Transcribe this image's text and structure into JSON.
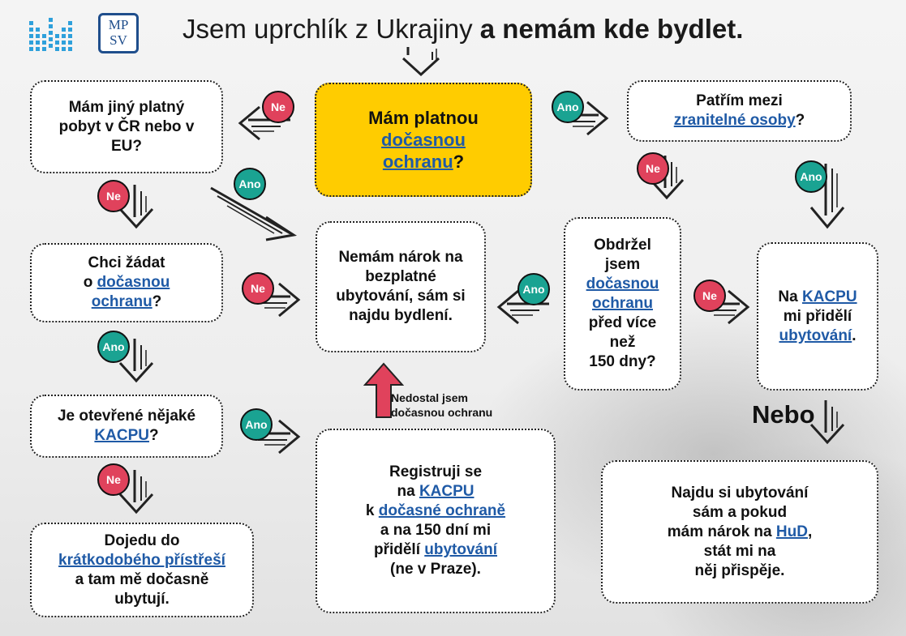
{
  "logos": {
    "mpsv_text": "MPSV",
    "mpsv_line1": "MP",
    "mpsv_line2": "SV"
  },
  "title": {
    "regular": "Jsem uprchlík z Ukrajiny ",
    "bold": "a nemám kde bydlet."
  },
  "boxes": {
    "center_top": {
      "line1": "Mám platnou",
      "link1": "dočasnou",
      "link2": "ochranu",
      "end": "?"
    },
    "left1": {
      "text": "Mám jiný platný pobyt v ČR nebo v EU?"
    },
    "left2": {
      "line1": "Chci žádat",
      "pre": "o ",
      "link1": "dočasnou",
      "link2": "ochranu",
      "end": "?"
    },
    "left3": {
      "line1": "Je otevřené nějaké",
      "link": "KACPU",
      "end": "?"
    },
    "left4": {
      "line1": "Dojedu do",
      "link": "krátkodobého přístřeší",
      "line3": "a tam mě dočasně",
      "line4": "ubytují."
    },
    "center_mid": {
      "text": "Nemám nárok na bezplatné ubytování, sám si najdu bydlení."
    },
    "center_bottom": {
      "line1": "Registruji se",
      "pre2": "na ",
      "link2": "KACPU",
      "pre3": "k ",
      "link3": "dočasné ochraně",
      "line4": "a na 150 dní mi",
      "pre5": "přidělí ",
      "link5": "ubytování",
      "line6": "(ne v Praze)."
    },
    "right_top": {
      "line1": "Patřím mezi",
      "link": "zranitelné osoby",
      "end": "?"
    },
    "right_mid": {
      "line1": "Obdržel",
      "line2": "jsem",
      "link1": "dočasnou",
      "link2": "ochranu",
      "line5": "před více",
      "line6": "než",
      "line7": "150 dny?"
    },
    "far_right": {
      "pre1": "Na ",
      "link1": "KACPU",
      "line2": "mi přidělí",
      "link3": "ubytování",
      "end": "."
    },
    "bottom_right": {
      "line1": "Najdu si ubytování",
      "line2": "sám a pokud",
      "pre3": "mám nárok na ",
      "link3": "HuD",
      "end3": ",",
      "line4": "stát mi na",
      "line5": "něj přispěje."
    }
  },
  "labels": {
    "ne": "Ne",
    "ano": "Ano",
    "nebo": "Nebo",
    "side_note_line1": "Nedostal jsem",
    "side_note_line2": "dočasnou ochranu"
  },
  "colors": {
    "yes": "#1aa392",
    "no": "#e0425c",
    "highlight": "#ffcc00",
    "link": "#1f5aa6"
  },
  "icons": [
    "flow-arrow-icon",
    "up-arrow-icon",
    "mpsv-logo",
    "ministry-logo"
  ]
}
